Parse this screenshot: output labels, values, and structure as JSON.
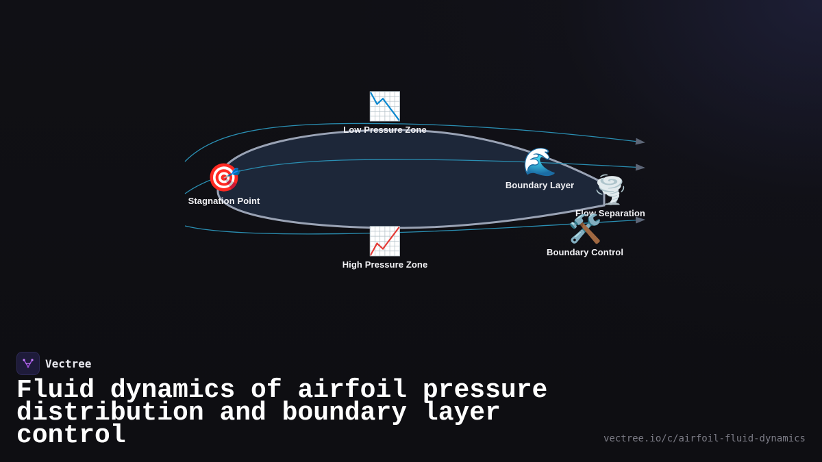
{
  "diagram": {
    "nodes": [
      {
        "id": "low-pressure-zone",
        "label": "Low Pressure Zone",
        "emoji": "📉"
      },
      {
        "id": "stagnation-point",
        "label": "Stagnation Point",
        "emoji": "🎯"
      },
      {
        "id": "boundary-layer",
        "label": "Boundary Layer",
        "emoji": "🌊"
      },
      {
        "id": "flow-separation",
        "label": "Flow Separation",
        "emoji": "🌪️"
      },
      {
        "id": "boundary-control",
        "label": "Boundary Control",
        "emoji": "🛠️"
      },
      {
        "id": "high-pressure-zone",
        "label": "High Pressure Zone",
        "emoji": "📈"
      }
    ],
    "colors": {
      "streamline": "#2a8fb3",
      "airfoil_fill": "#1d2739",
      "airfoil_stroke": "#9aa3b5",
      "arrow": "#5d6677"
    }
  },
  "brand": {
    "name": "Vectree",
    "logo_icon": "vectree-logo-icon",
    "accent": "#9b4dd8"
  },
  "title": "Fluid dynamics of airfoil pressure distribution and boundary layer control",
  "url": "vectree.io/c/airfoil-fluid-dynamics"
}
